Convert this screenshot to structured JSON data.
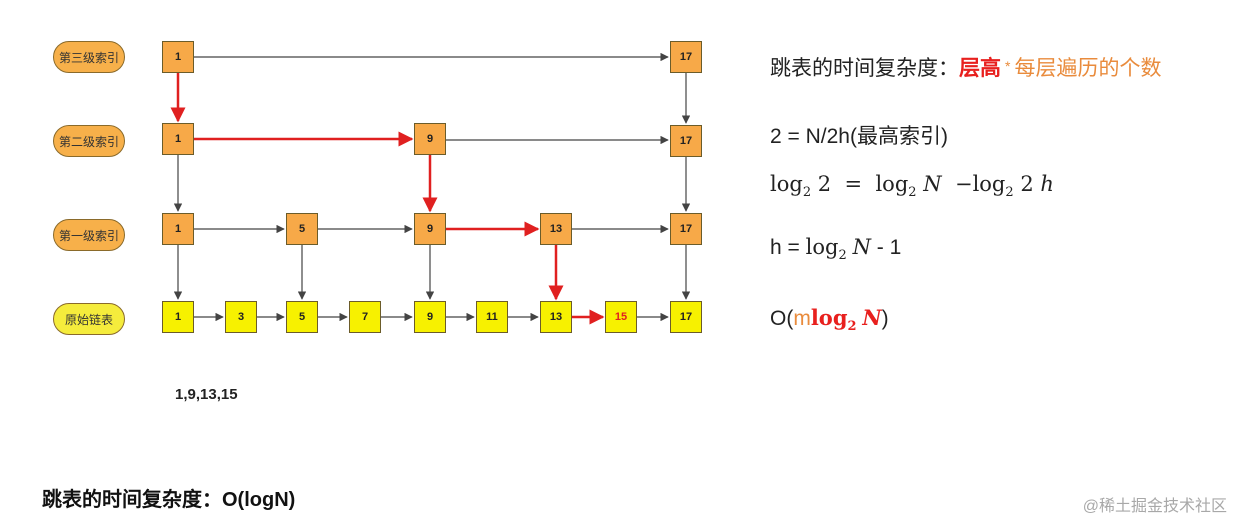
{
  "levels": [
    {
      "label": "第三级索引",
      "style": "orange"
    },
    {
      "label": "第二级索引",
      "style": "orange"
    },
    {
      "label": "第一级索引",
      "style": "orange"
    },
    {
      "label": "原始链表",
      "style": "yellow"
    }
  ],
  "nodes": {
    "level3": [
      "1",
      "17"
    ],
    "level2": [
      "1",
      "9",
      "17"
    ],
    "level1": [
      "1",
      "5",
      "9",
      "13",
      "17"
    ],
    "base": [
      "1",
      "3",
      "5",
      "7",
      "9",
      "11",
      "13",
      "15",
      "17"
    ]
  },
  "search_path_text": "1,9,13,15",
  "highlight_color": "#e02020",
  "formulas": {
    "line1_prefix": "跳表的时间复杂度：",
    "line1_red": "层高",
    "line1_star": "*",
    "line1_orange": "每层遍历的个数",
    "line2": "2 = N/2h(最高索引)",
    "line3_log1": "log",
    "line3_sub1": "2",
    "line3_a": "2  =  ",
    "line3_log2": "log",
    "line3_sub2": "2",
    "line3_b": "N",
    "line3_minus": "  −",
    "line3_log3": "log",
    "line3_sub3": "2",
    "line3_c": "2",
    "line3_d": "h",
    "line4_prefix": "h = ",
    "line4_log": "log",
    "line4_sub": "2",
    "line4_N": "N",
    "line4_suffix": " - 1",
    "line5_O": "O(",
    "line5_m": "m",
    "line5_log": "log",
    "line5_sub": "2",
    "line5_N": "N",
    "line5_close": ")"
  },
  "bottom_title": "跳表的时间复杂度：O(logN)",
  "watermark": "@稀土掘金技术社区"
}
